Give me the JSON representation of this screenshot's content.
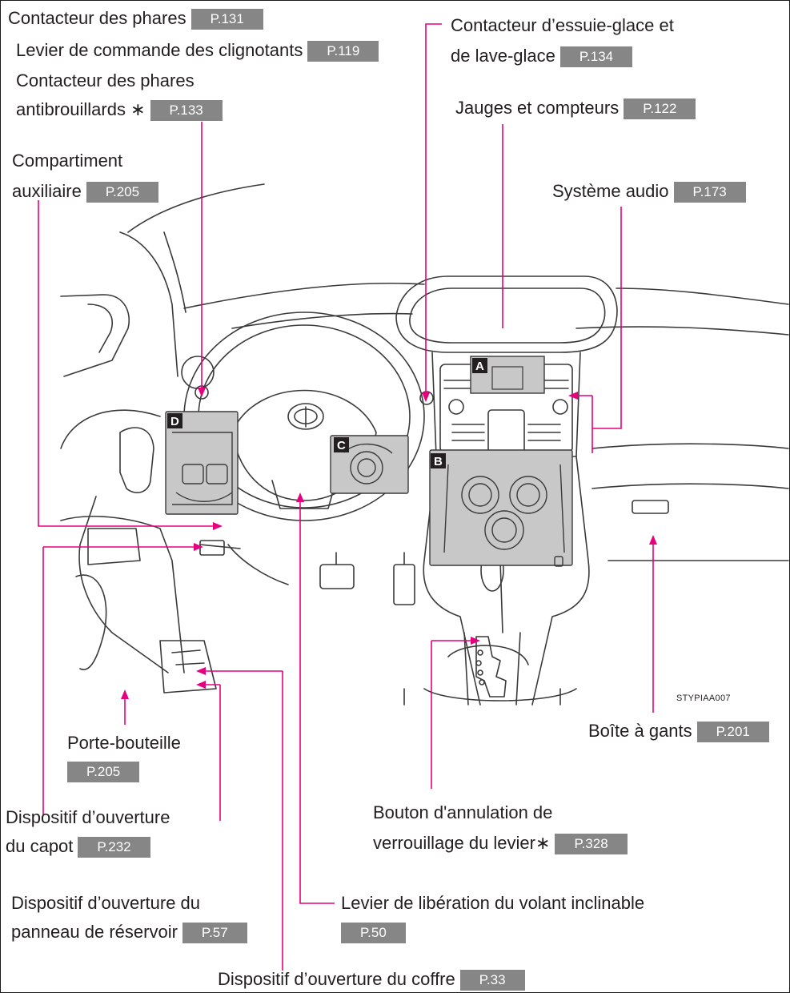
{
  "labels": {
    "headlight_switch": {
      "text": "Contacteur des phares",
      "page": "P.131"
    },
    "turn_signal_lever": {
      "text": "Levier de commande des clignotants",
      "page": "P.119"
    },
    "fog_light_switch": {
      "line1": "Contacteur des phares",
      "line2": "antibrouillards",
      "asterisk": "∗",
      "page": "P.133"
    },
    "aux_compartment": {
      "line1": "Compartiment",
      "line2": "auxiliaire",
      "page": "P.205"
    },
    "wiper_switch": {
      "line1": "Contacteur d’essuie-glace et",
      "line2": "de lave-glace",
      "page": "P.134"
    },
    "gauges_meters": {
      "text": "Jauges et compteurs",
      "page": "P.122"
    },
    "audio_system": {
      "text": "Système audio",
      "page": "P.173"
    },
    "glove_box": {
      "text": "Boîte à gants",
      "page": "P.201"
    },
    "bottle_holder": {
      "text": "Porte-bouteille",
      "page": "P.205"
    },
    "hood_release": {
      "line1": "Dispositif d’ouverture",
      "line2": "du capot",
      "page": "P.232"
    },
    "shift_lock_release": {
      "line1": "Bouton d'annulation de",
      "line2": "verrouillage du levier",
      "asterisk": "∗",
      "page": "P.328"
    },
    "fuel_door_opener": {
      "line1": "Dispositif d’ouverture du",
      "line2": "panneau de réservoir",
      "page": "P.57"
    },
    "tilt_steering_lever": {
      "line1": "Levier de libération du volant inclinable",
      "page": "P.50"
    },
    "trunk_opener": {
      "text": "Dispositif d’ouverture du coffre",
      "page": "P.33"
    }
  },
  "badges": [
    "A",
    "B",
    "C",
    "D"
  ],
  "image_code": "STYPIAA007",
  "colors": {
    "leader": "#e6007e",
    "page_tag": "#868687",
    "line_art": "#3a3a3a",
    "inset_fill": "#c8c8c8"
  }
}
